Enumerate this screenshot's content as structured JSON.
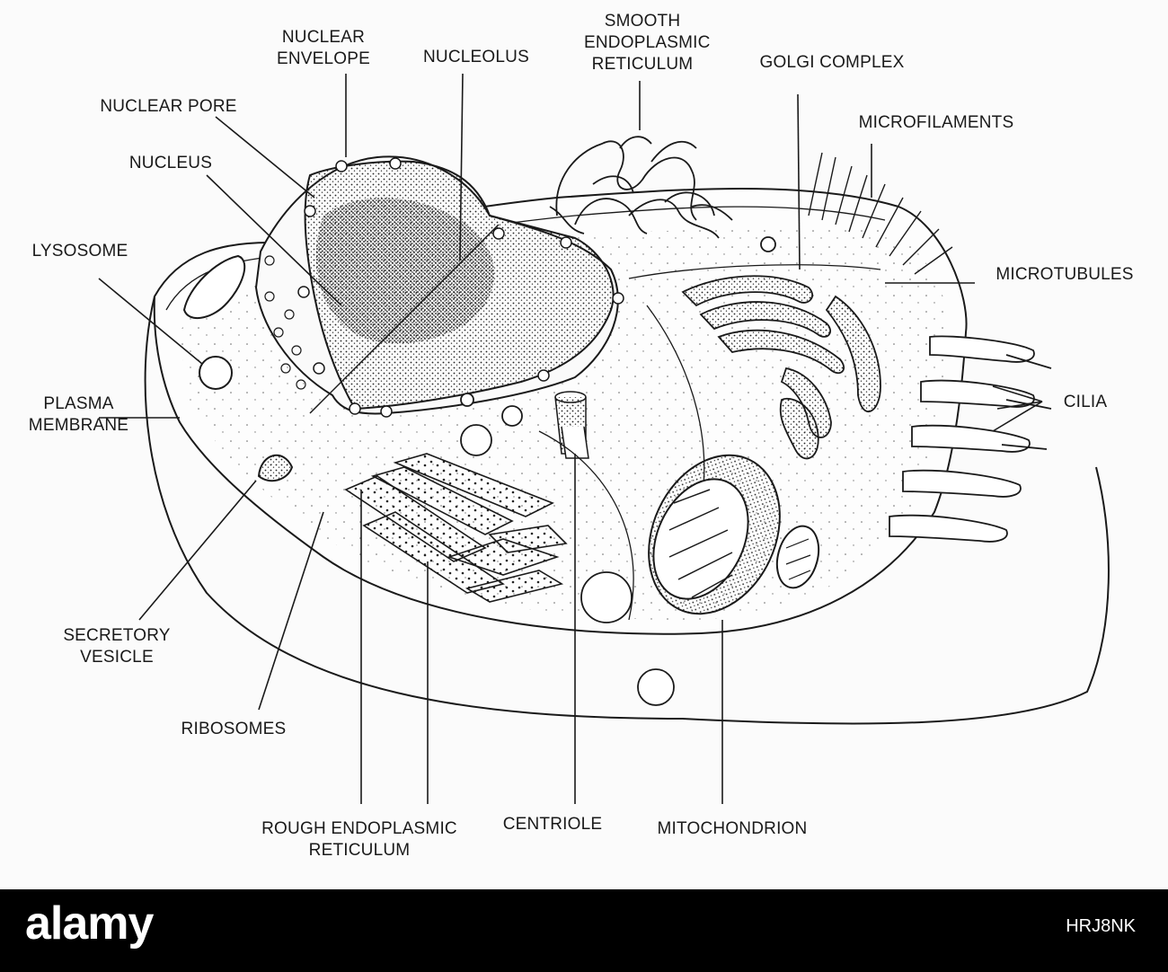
{
  "labels": {
    "nuclear_envelope": [
      "NUCLEAR",
      "ENVELOPE"
    ],
    "nucleolus": [
      "NUCLEOLUS"
    ],
    "smooth_er": [
      "SMOOTH",
      "ENDOPLASMIC",
      "RETICULUM"
    ],
    "golgi": [
      "GOLGI COMPLEX"
    ],
    "microfilaments": [
      "MICROFILAMENTS"
    ],
    "nuclear_pore": [
      "NUCLEAR PORE"
    ],
    "nucleus": [
      "NUCLEUS"
    ],
    "lysosome": [
      "LYSOSOME"
    ],
    "microtubules": [
      "MICROTUBULES"
    ],
    "cilia": [
      "CILIA"
    ],
    "plasma_membrane": [
      "PLASMA",
      "MEMBRANE"
    ],
    "secretory_vesicle": [
      "SECRETORY",
      "VESICLE"
    ],
    "ribosomes": [
      "RIBOSOMES"
    ],
    "rough_er": [
      "ROUGH ENDOPLASMIC",
      "RETICULUM"
    ],
    "centriole": [
      "CENTRIOLE"
    ],
    "mitochondrion": [
      "MITOCHONDRION"
    ]
  },
  "footer": {
    "logo": "alamy",
    "ref": "HRJ8NK"
  },
  "colors": {
    "ink": "#1a1a1a",
    "paper": "#fbfbfb",
    "footer": "#000000"
  }
}
